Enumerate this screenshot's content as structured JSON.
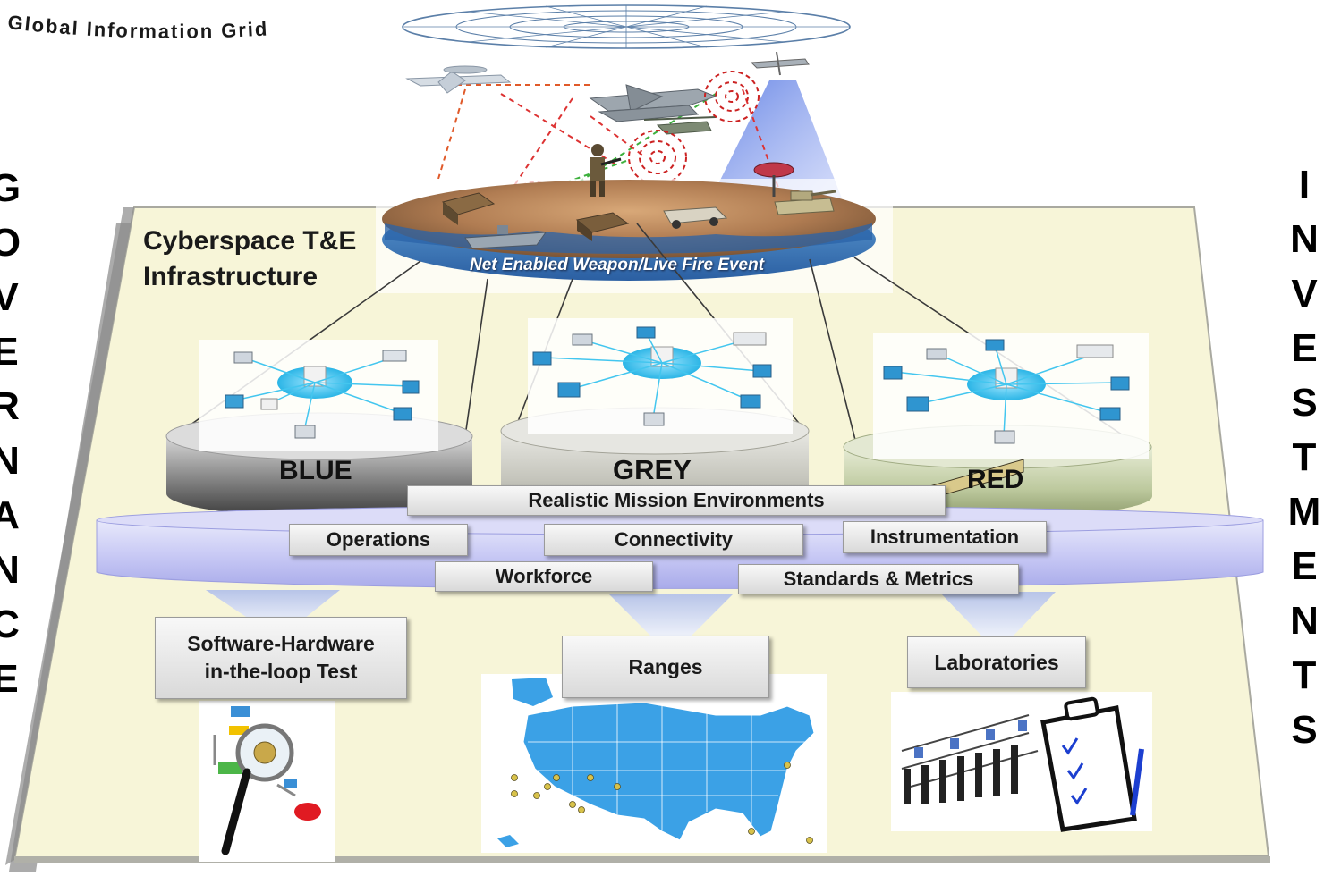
{
  "governance_word": [
    "G",
    "O",
    "V",
    "E",
    "R",
    "N",
    "A",
    "N",
    "C",
    "E"
  ],
  "investments_word": [
    "I",
    "N",
    "V",
    "E",
    "S",
    "T",
    "M",
    "E",
    "N",
    "T",
    "S"
  ],
  "global_information_grid": "Global Information Grid",
  "event_label": "Net Enabled Weapon/Live Fire Event",
  "infrastructure_title": [
    "Cyberspace T&E",
    "Infrastructure"
  ],
  "environments": {
    "blue": "BLUE",
    "grey": "GREY",
    "red": "RED"
  },
  "boxes": {
    "realistic": "Realistic Mission Environments",
    "operations": "Operations",
    "connectivity": "Connectivity",
    "instrumentation": "Instrumentation",
    "workforce": "Workforce",
    "standards": "Standards & Metrics",
    "sil_line1": "Software-Hardware",
    "sil_line2": "in-the-loop Test",
    "ranges": "Ranges",
    "laboratories": "Laboratories"
  },
  "colors": {
    "platform": "#f7f5d8",
    "platform_edge": "#9a9a9a",
    "band": "#c9caf5",
    "blue_disk": "#7b7b7b",
    "grey_disk": "#bdbdb5",
    "red_disk": "#b9c79a",
    "hub": "#43c6ef",
    "map": "#3ba1e6",
    "threat_ring": "#cc2222"
  }
}
